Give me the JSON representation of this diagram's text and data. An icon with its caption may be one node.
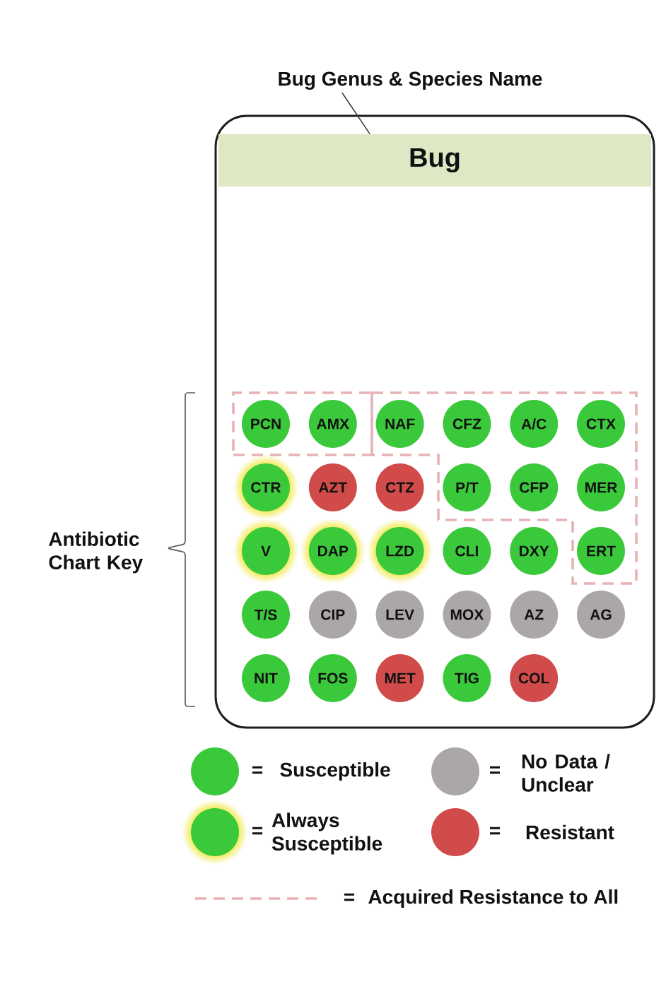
{
  "diagram": {
    "nodes": [
      {
        "text": [
          "Bug Genus & Species Name"
        ]
      },
      {
        "text": [],
        "shape": "box"
      },
      {
        "text": [
          "Bug"
        ],
        "in": 1
      },
      {
        "text": [],
        "shape": "box",
        "in": 1
      },
      {
        "text": [
          "PCN"
        ],
        "in": 3
      },
      {
        "text": [
          "AMX"
        ],
        "in": 3
      },
      {
        "text": [],
        "shape": "polygon",
        "in": 1
      },
      {
        "text": [
          "NAF"
        ],
        "in": 6
      },
      {
        "text": [
          "CFZ"
        ],
        "in": 6
      },
      {
        "text": [
          "A/C"
        ],
        "in": 6
      },
      {
        "text": [
          "CTX"
        ],
        "in": 6
      },
      {
        "text": [
          "CTR"
        ],
        "in": 1
      },
      {
        "text": [
          "AZT"
        ],
        "in": 1
      },
      {
        "text": [
          "CTZ"
        ],
        "in": 1
      },
      {
        "text": [
          "P/T"
        ],
        "in": 6
      },
      {
        "text": [
          "CFP"
        ],
        "in": 6
      },
      {
        "text": [
          "MER"
        ],
        "in": 6
      },
      {
        "text": [
          "V"
        ],
        "in": 1
      },
      {
        "text": [
          "DAP"
        ],
        "in": 1
      },
      {
        "text": [
          "LZD"
        ],
        "in": 1
      },
      {
        "text": [
          "CLI"
        ],
        "in": 1
      },
      {
        "text": [
          "DXY"
        ],
        "in": 1
      },
      {
        "text": [
          "ERT"
        ],
        "in": 6
      },
      {
        "text": [
          "T/S"
        ],
        "in": 1
      },
      {
        "text": [
          "CIP"
        ],
        "in": 1
      },
      {
        "text": [
          "LEV"
        ],
        "in": 1
      },
      {
        "text": [
          "MOX"
        ],
        "in": 1
      },
      {
        "text": [
          "AZ"
        ],
        "in": 1
      },
      {
        "text": [
          "AG"
        ],
        "in": 1
      },
      {
        "text": [
          "NIT"
        ],
        "in": 1
      },
      {
        "text": [
          "FOS"
        ],
        "in": 1
      },
      {
        "text": [
          "MET"
        ],
        "in": 1
      },
      {
        "text": [
          "TIG"
        ],
        "in": 1
      },
      {
        "text": [
          "COL"
        ],
        "in": 1
      }
    ],
    "edges": [
      {
        "from": 0,
        "to": 2,
        "arrow": "none"
      }
    ],
    "labels": [
      "Antibiotic Chart Key",
      "=",
      "=",
      "=",
      "=",
      "="
    ],
    "legend": [
      {
        "text": "Susceptible",
        "color": "#3ac93a"
      },
      {
        "text": "No Data / Unclear",
        "color": "#aba7a7"
      },
      {
        "text": "Always Susceptible",
        "color": "#3ac93a"
      },
      {
        "text": "Resistant",
        "color": "#d14b4b"
      },
      {
        "text": "Acquired Resistance to All"
      }
    ]
  }
}
